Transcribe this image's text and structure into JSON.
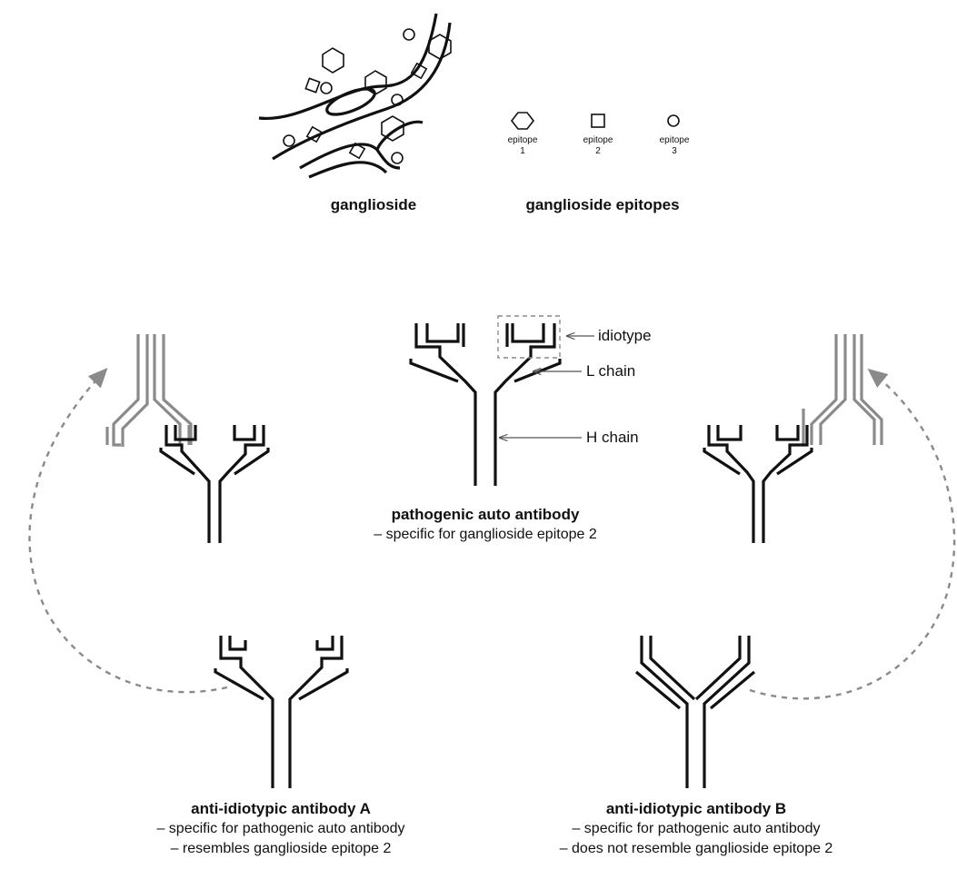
{
  "ganglioside": {
    "label": "ganglioside"
  },
  "epitopes": {
    "title": "ganglioside epitopes",
    "items": [
      {
        "name": "epitope",
        "number": "1",
        "shape": "hexagon"
      },
      {
        "name": "epitope",
        "number": "2",
        "shape": "square"
      },
      {
        "name": "epitope",
        "number": "3",
        "shape": "circle"
      }
    ]
  },
  "pathogenic": {
    "title": "pathogenic auto antibody",
    "note": "– specific for ganglioside epitope 2",
    "callouts": {
      "idiotype": "idiotype",
      "l_chain": "L chain",
      "h_chain": "H chain"
    }
  },
  "anti_a": {
    "title": "anti-idiotypic antibody A",
    "note1": "– specific for pathogenic auto antibody",
    "note2": "– resembles ganglioside epitope 2"
  },
  "anti_b": {
    "title": "anti-idiotypic antibody B",
    "note1": "– specific for pathogenic auto antibody",
    "note2": "– does not resemble ganglioside epitope 2"
  },
  "colors": {
    "line": "#111111",
    "faded": "#8a8a8a",
    "arrow": "#8a8a8a",
    "box": "#8a8a8a"
  }
}
